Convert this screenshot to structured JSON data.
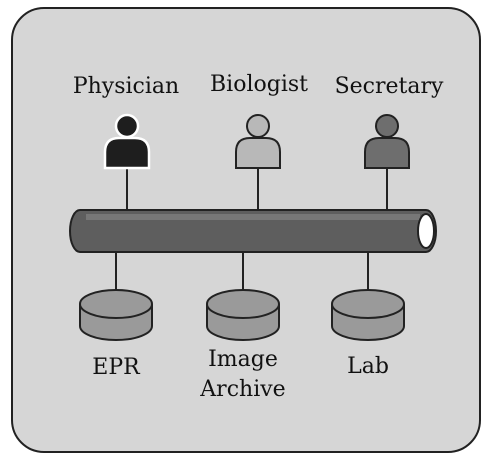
{
  "actors": [
    {
      "label": "Physician",
      "fill": "#1e1e1e"
    },
    {
      "label": "Biologist",
      "fill": "#b8b8b8"
    },
    {
      "label": "Secretary",
      "fill": "#6e6e6e"
    }
  ],
  "databases": [
    {
      "label_lines": [
        "EPR"
      ]
    },
    {
      "label_lines": [
        "Image",
        "Archive"
      ]
    },
    {
      "label_lines": [
        "Lab"
      ]
    }
  ],
  "colors": {
    "panel": "#d6d6d6",
    "outline": "#222222",
    "bus": "#5e5e5e",
    "bus_highlight": "#8c8c8c",
    "database": "#9a9a9a",
    "bus_opening": "#ffffff"
  }
}
